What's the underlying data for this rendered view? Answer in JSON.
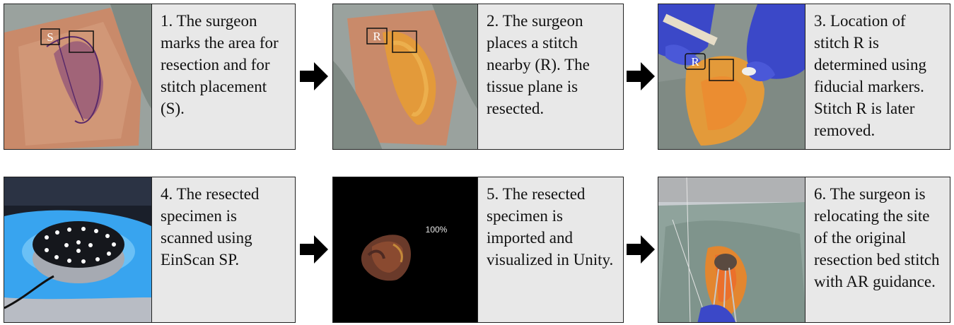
{
  "steps": [
    {
      "caption": "1. The surgeon marks the area for resection and for stitch placement (S).",
      "marker_label": "S"
    },
    {
      "caption": "2. The surgeon places a stitch nearby (R). The tissue plane is resected.",
      "marker_label": "R"
    },
    {
      "caption": "3. Location of stitch R is determined using fiducial markers. Stitch R is later removed.",
      "marker_label": "R"
    },
    {
      "caption": "4. The resected specimen is scanned using EinScan SP."
    },
    {
      "caption": "5. The resected specimen is imported and visualized in Unity.",
      "overlay_text": "100%"
    },
    {
      "caption": "6. The surgeon is relocating the site of the original resection bed stitch with AR guidance."
    }
  ],
  "arrow_icon": "right-arrow-icon",
  "colors": {
    "caption_bg": "#e8e8e8",
    "border": "#222222",
    "arrow": "#000000",
    "drape": "#7f8a84",
    "skin": "#c98a6a",
    "marker_ink": "#5a2a6a",
    "tissue": "#e39a3a",
    "glove": "#3b48c8",
    "scanner_light": "#38a4ef",
    "specimen": "#6a3a2a"
  }
}
